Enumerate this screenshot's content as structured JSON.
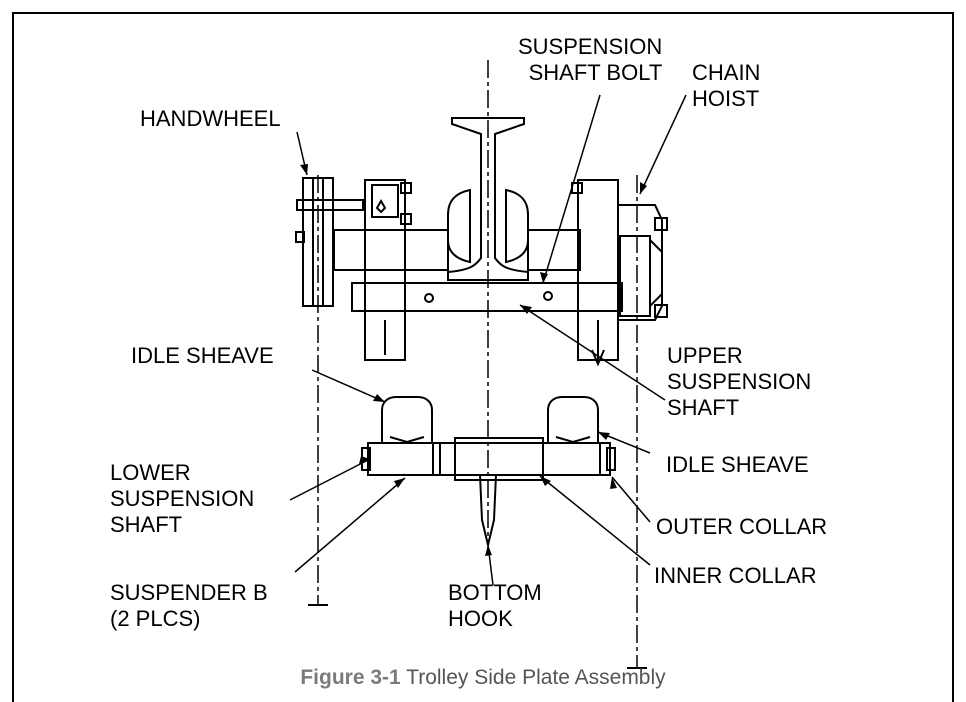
{
  "diagram": {
    "labels": {
      "suspension_shaft_bolt": "SUSPENSION\nSHAFT BOLT",
      "chain_hoist": "CHAIN\nHOIST",
      "handwheel": "HANDWHEEL",
      "idle_sheave_left": "IDLE SHEAVE",
      "upper_suspension_shaft": "UPPER\nSUSPENSION\nSHAFT",
      "idle_sheave_right": "IDLE SHEAVE",
      "lower_suspension_shaft": "LOWER\nSUSPENSION\nSHAFT",
      "outer_collar": "OUTER COLLAR",
      "inner_collar": "INNER COLLAR",
      "suspender_b": "SUSPENDER B\n(2 PLCS)",
      "bottom_hook": "BOTTOM\nHOOK"
    },
    "caption": {
      "figure_number": "Figure 3-1",
      "title": "Trolley Side Plate Assembly"
    }
  }
}
